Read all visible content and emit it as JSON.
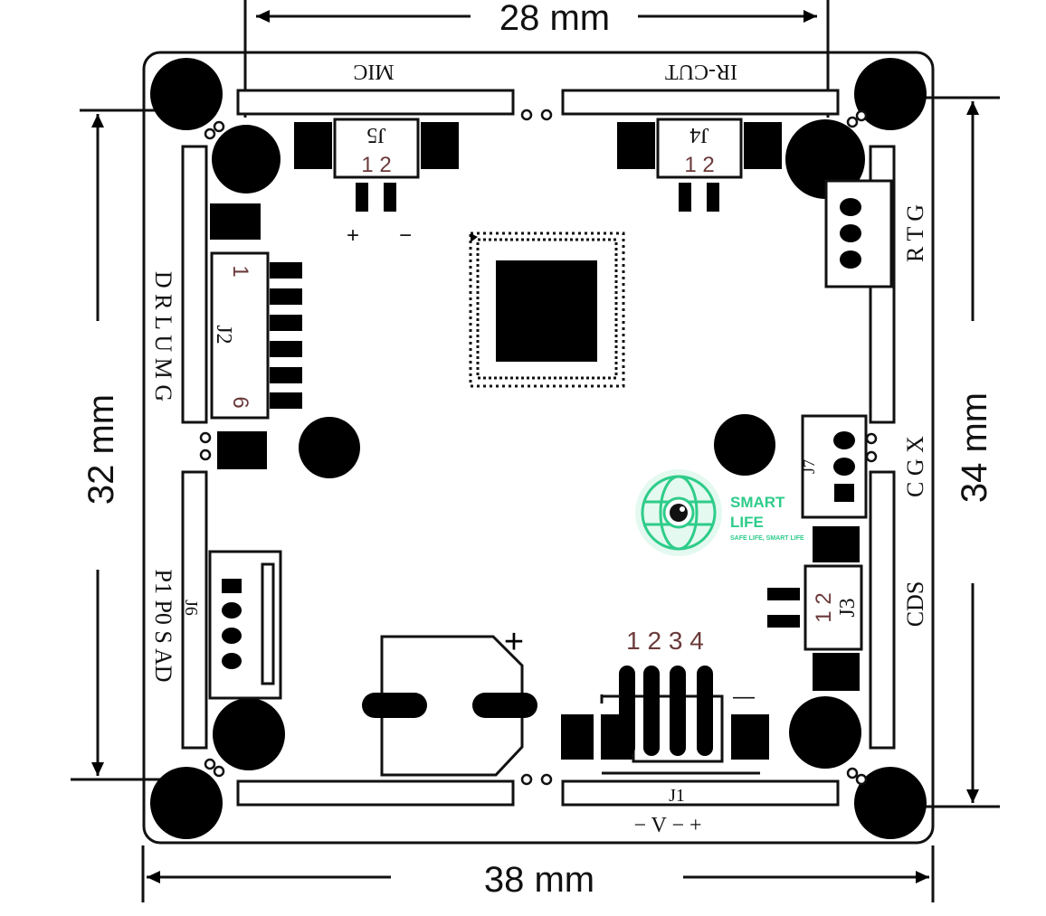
{
  "dimensions": {
    "top": "28 mm",
    "bottom": "38 mm",
    "left": "32 mm",
    "right": "34 mm"
  },
  "labels": {
    "mic": "MIC",
    "ircut": "IR-CUT",
    "j5": "J5",
    "j4": "J4",
    "j2": "J2",
    "j6": "J6",
    "j7": "J7",
    "j3": "J3",
    "j1": "J1",
    "j5_pins": "1 2",
    "j4_pins": "1 2",
    "j3_pins": "1 2",
    "j2_pin1": "1",
    "j2_pin6": "6",
    "j1_pins": "1 2 3 4",
    "plus": "+",
    "minus": "−",
    "left_top": "D R L U M G",
    "left_bottom": "P1 P0 S AD",
    "right_top": "R T G",
    "right_mid": "C G X",
    "right_bottom": "CDS",
    "power": "− V − +",
    "cap_plus": "+",
    "j1_minus": "—"
  },
  "logo": {
    "title1": "SMART",
    "title2": "LIFE",
    "tagline": "SAFE LIFE, SMART LIFE",
    "color": "#2ecc8a"
  }
}
